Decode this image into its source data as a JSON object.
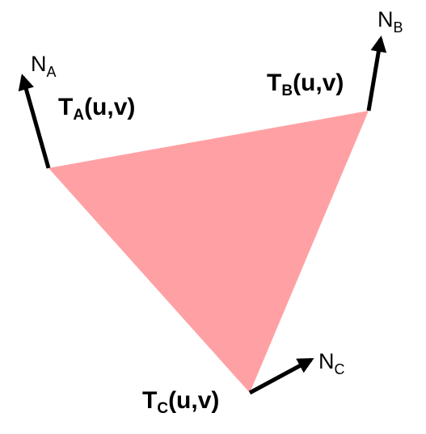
{
  "colors": {
    "triangle_fill": "#ffa1a4",
    "ink": "#000000",
    "background": "#ffffff"
  },
  "vertices": {
    "a": {
      "main": "T",
      "sub": "A",
      "args": "(u,v)"
    },
    "b": {
      "main": "T",
      "sub": "B",
      "args": "(u,v)"
    },
    "c": {
      "main": "T",
      "sub": "C",
      "args": "(u,v)"
    }
  },
  "normals": {
    "a": {
      "main": "N",
      "sub": "A"
    },
    "b": {
      "main": "N",
      "sub": "B"
    },
    "c": {
      "main": "N",
      "sub": "C"
    }
  }
}
